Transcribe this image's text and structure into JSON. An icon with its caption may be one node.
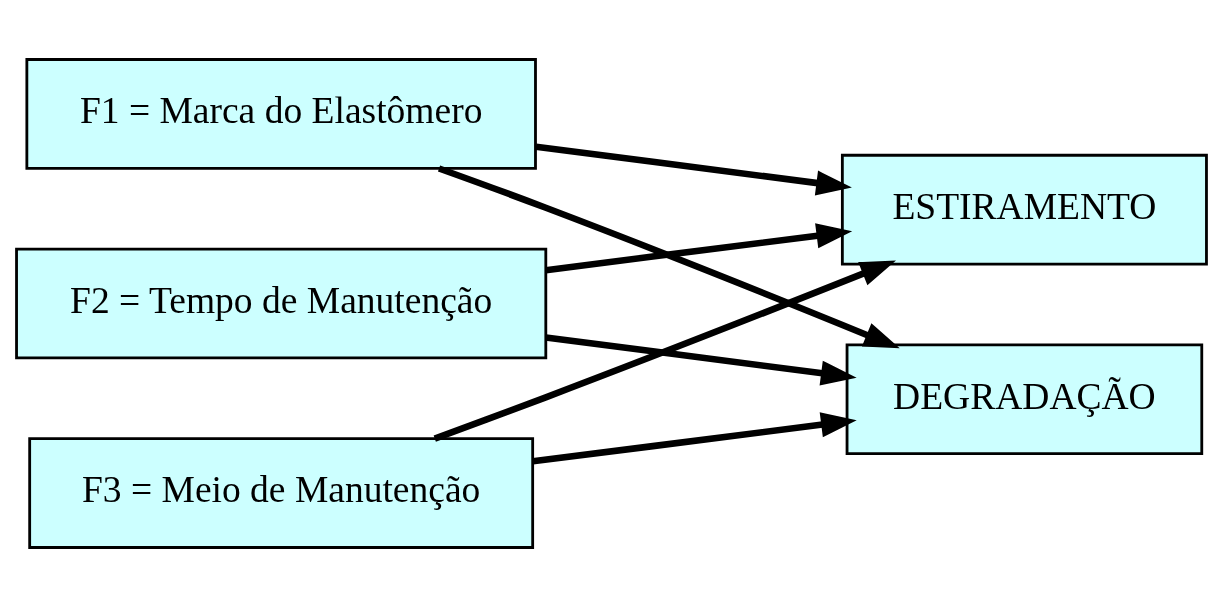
{
  "diagram": {
    "nodes": [
      {
        "text": [
          "F1 = Marca do Elastômero"
        ]
      },
      {
        "text": [
          "F2 = Tempo de Manutenção"
        ]
      },
      {
        "text": [
          "F3 = Meio de Manutenção"
        ]
      },
      {
        "text": [
          "ESTIRAMENTO"
        ]
      },
      {
        "text": [
          "DEGRADAÇÃO"
        ]
      }
    ],
    "edges": [
      {
        "from": 0,
        "to": 3,
        "arrow": "to"
      },
      {
        "from": 0,
        "to": 4,
        "arrow": "to"
      },
      {
        "from": 1,
        "to": 3,
        "arrow": "to"
      },
      {
        "from": 1,
        "to": 4,
        "arrow": "to"
      },
      {
        "from": 2,
        "to": 3,
        "arrow": "to"
      },
      {
        "from": 2,
        "to": 4,
        "arrow": "to"
      }
    ]
  }
}
